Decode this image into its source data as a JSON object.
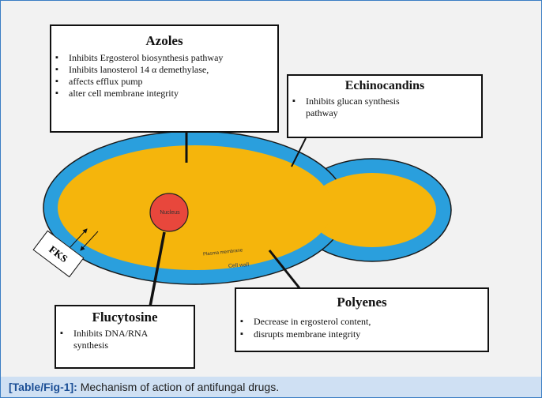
{
  "diagram": {
    "azoles": {
      "title": "Azoles",
      "items": [
        "Inhibits Ergosterol biosynthesis pathway",
        "Inhibits lanosterol 14 α demethylase,",
        "affects efflux pump",
        "alter cell membrane integrity"
      ]
    },
    "echinocandins": {
      "title": "Echinocandins",
      "items": [
        "Inhibits glucan synthesis pathway"
      ]
    },
    "flucytosine": {
      "title": "Flucytosine",
      "items": [
        "Inhibits DNA/RNA synthesis"
      ]
    },
    "polyenes": {
      "title": "Polyenes",
      "items": [
        "Decrease in ergosterol content,",
        "disrupts membrane integrity"
      ]
    },
    "labels": {
      "nucleus": "Nucleus",
      "plasma_membrane": "Plasma membrane",
      "cell_wall": "Cell wall",
      "fks": "FKS"
    },
    "colors": {
      "cell_wall": "#2a9fdd",
      "cytoplasm": "#f5b50c",
      "nucleus": "#e8473c"
    }
  },
  "caption": {
    "label": "[Table/Fig-1]:",
    "text": " Mechanism of action of antifungal drugs."
  }
}
